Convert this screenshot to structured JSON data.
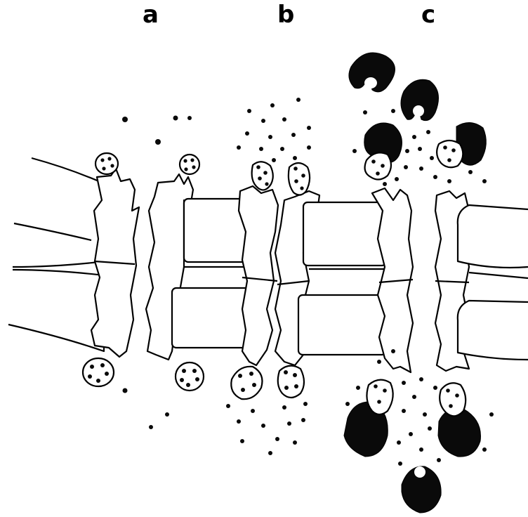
{
  "labels": {
    "a": "a",
    "b": "b",
    "c": "c"
  },
  "colors": {
    "ink": "#0a0a0a",
    "paper": "#ffffff"
  }
}
